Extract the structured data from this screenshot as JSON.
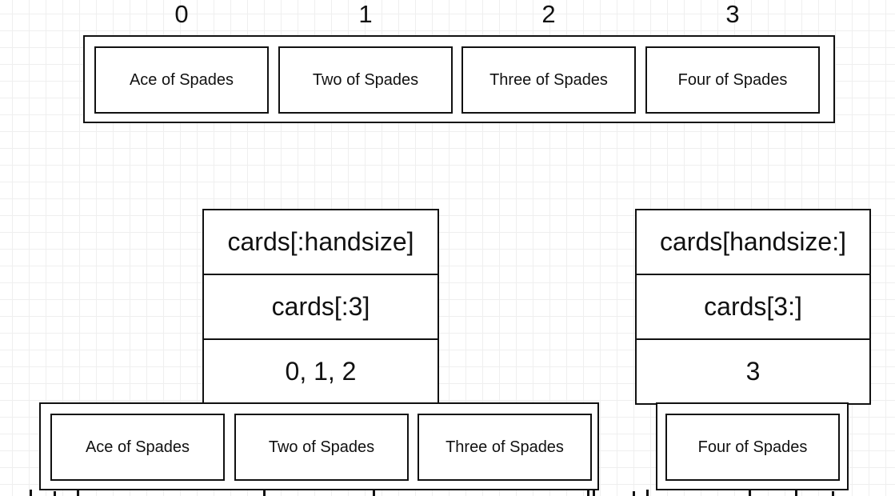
{
  "top_array": {
    "indices": [
      "0",
      "1",
      "2",
      "3"
    ],
    "cards": [
      "Ace of Spades",
      "Two of Spades",
      "Three of Spades",
      "Four of Spades"
    ]
  },
  "left_slice": {
    "expression": "cards[:handsize]",
    "literal": "cards[:3]",
    "indices": "0, 1, 2",
    "cards": [
      "Ace of Spades",
      "Two of Spades",
      "Three of Spades"
    ]
  },
  "right_slice": {
    "expression": "cards[handsize:]",
    "literal": "cards[3:]",
    "indices": "3",
    "cards": [
      "Four of Spades"
    ]
  }
}
